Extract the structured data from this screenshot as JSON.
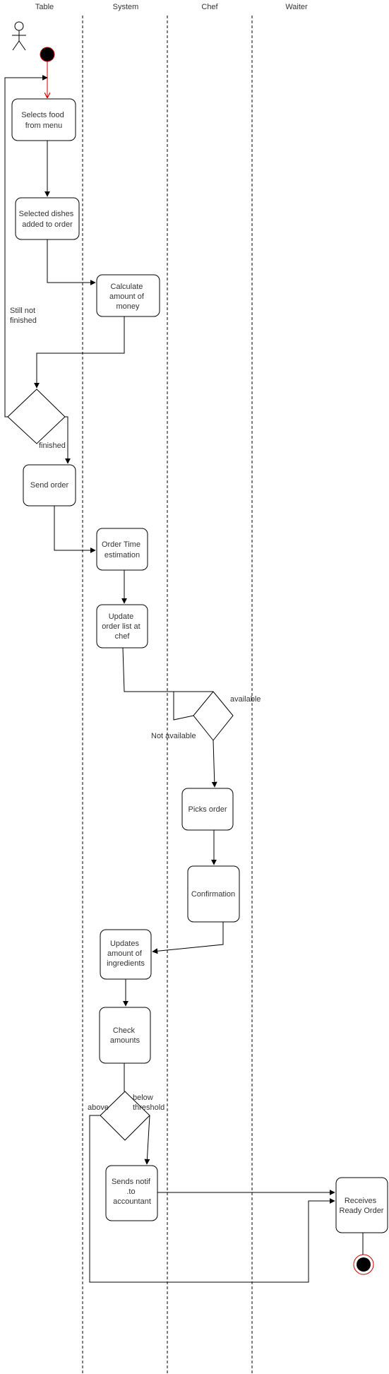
{
  "lanes": [
    "Table",
    "System",
    "Chef",
    "Waiter"
  ],
  "nodes": {
    "selects_food": [
      "Selects food",
      "from menu"
    ],
    "dishes_added": [
      "Selected dishes",
      "added to order"
    ],
    "calculate": [
      "Calculate",
      "amount of",
      "money"
    ],
    "send_order": [
      "Send order"
    ],
    "order_time": [
      "Order Time",
      "estimation"
    ],
    "update_list": [
      "Update",
      "order list at",
      "chef"
    ],
    "picks_order": [
      "Picks order"
    ],
    "confirmation": [
      "Confirmation"
    ],
    "updates_ingredients": [
      "Updates",
      "amount of",
      "ingredients"
    ],
    "check_amounts": [
      "Check",
      "amounts"
    ],
    "sends_notif": [
      "Sends notif",
      ".to",
      "accountant"
    ],
    "receives_order": [
      "Receives",
      "Ready Order"
    ]
  },
  "guards": {
    "still_not_finished": [
      "Still not",
      "finished"
    ],
    "finished": "finished",
    "available": "available",
    "not_available": "Not available",
    "above": "above",
    "below_threshold": [
      "below",
      "threshold"
    ]
  },
  "colors": {
    "initial_arrow": "#cc0000",
    "final_ring": "#cc0000",
    "line": "#000000"
  }
}
